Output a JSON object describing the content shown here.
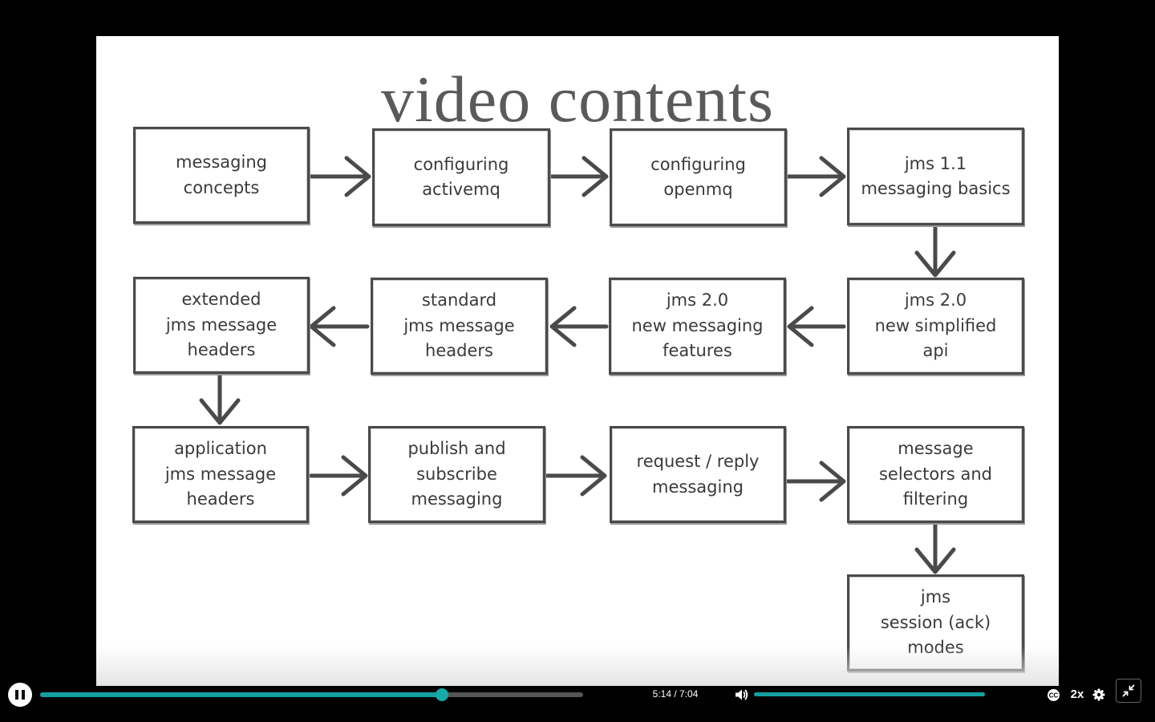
{
  "slide": {
    "title": "video contents",
    "boxes": [
      [
        "messaging",
        "concepts"
      ],
      [
        "configuring",
        "activemq"
      ],
      [
        "configuring",
        "openmq"
      ],
      [
        "jms 1.1",
        "messaging basics"
      ],
      [
        "extended",
        "jms message",
        "headers"
      ],
      [
        "standard",
        "jms message",
        "headers"
      ],
      [
        "jms 2.0",
        "new messaging",
        "features"
      ],
      [
        "jms 2.0",
        "new simplified",
        "api"
      ],
      [
        "application",
        "jms message",
        "headers"
      ],
      [
        "publish and",
        "subscribe",
        "messaging"
      ],
      [
        "request / reply",
        "messaging"
      ],
      [
        "message",
        "selectors and",
        "filtering"
      ],
      [
        "jms",
        "session (ack)",
        "modes"
      ]
    ]
  },
  "player": {
    "current_time": "5:14",
    "duration": "7:04",
    "time_display": "5:14 / 7:04",
    "progress": 0.74,
    "volume": 1.0,
    "speed": "2x",
    "accent_color": "#14a0a0",
    "icons": {
      "play_pause": "pause-icon",
      "volume": "volume-icon",
      "captions": "closed-captions-icon",
      "settings": "gear-icon",
      "fullscreen": "exit-fullscreen-icon"
    }
  }
}
